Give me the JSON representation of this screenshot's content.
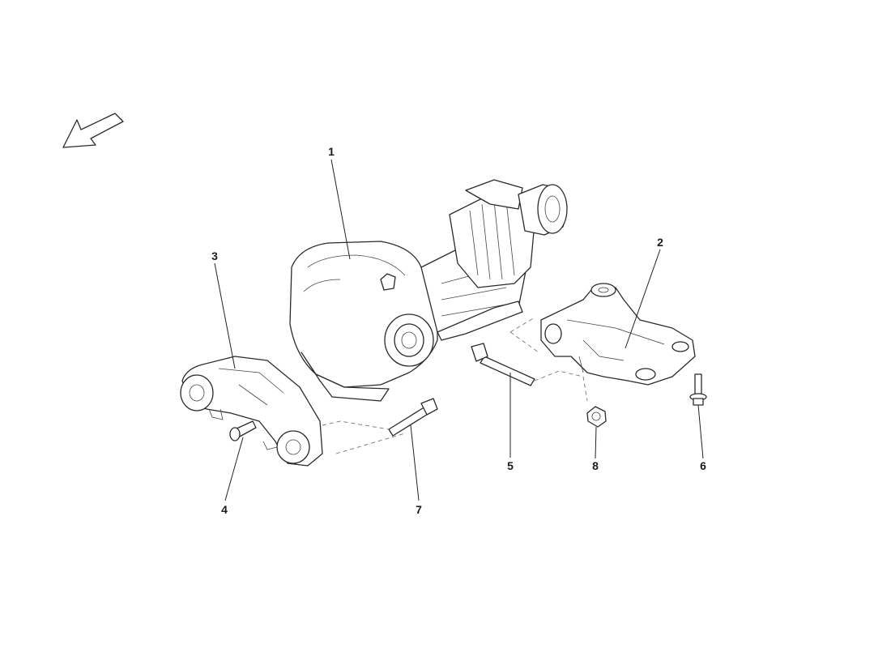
{
  "diagram": {
    "callouts": [
      {
        "id": "1",
        "label": "1",
        "part": "differential-housing"
      },
      {
        "id": "2",
        "label": "2",
        "part": "right-mount-bracket"
      },
      {
        "id": "3",
        "label": "3",
        "part": "left-mount-bracket"
      },
      {
        "id": "4",
        "label": "4",
        "part": "short-bolt"
      },
      {
        "id": "5",
        "label": "5",
        "part": "long-bolt"
      },
      {
        "id": "6",
        "label": "6",
        "part": "flange-bolt"
      },
      {
        "id": "7",
        "label": "7",
        "part": "long-bolt"
      },
      {
        "id": "8",
        "label": "8",
        "part": "nut"
      }
    ],
    "orientation_icon": "direction-arrow-icon",
    "colors": {
      "line": "#222222",
      "background": "#ffffff",
      "dashed": "#777777"
    }
  }
}
